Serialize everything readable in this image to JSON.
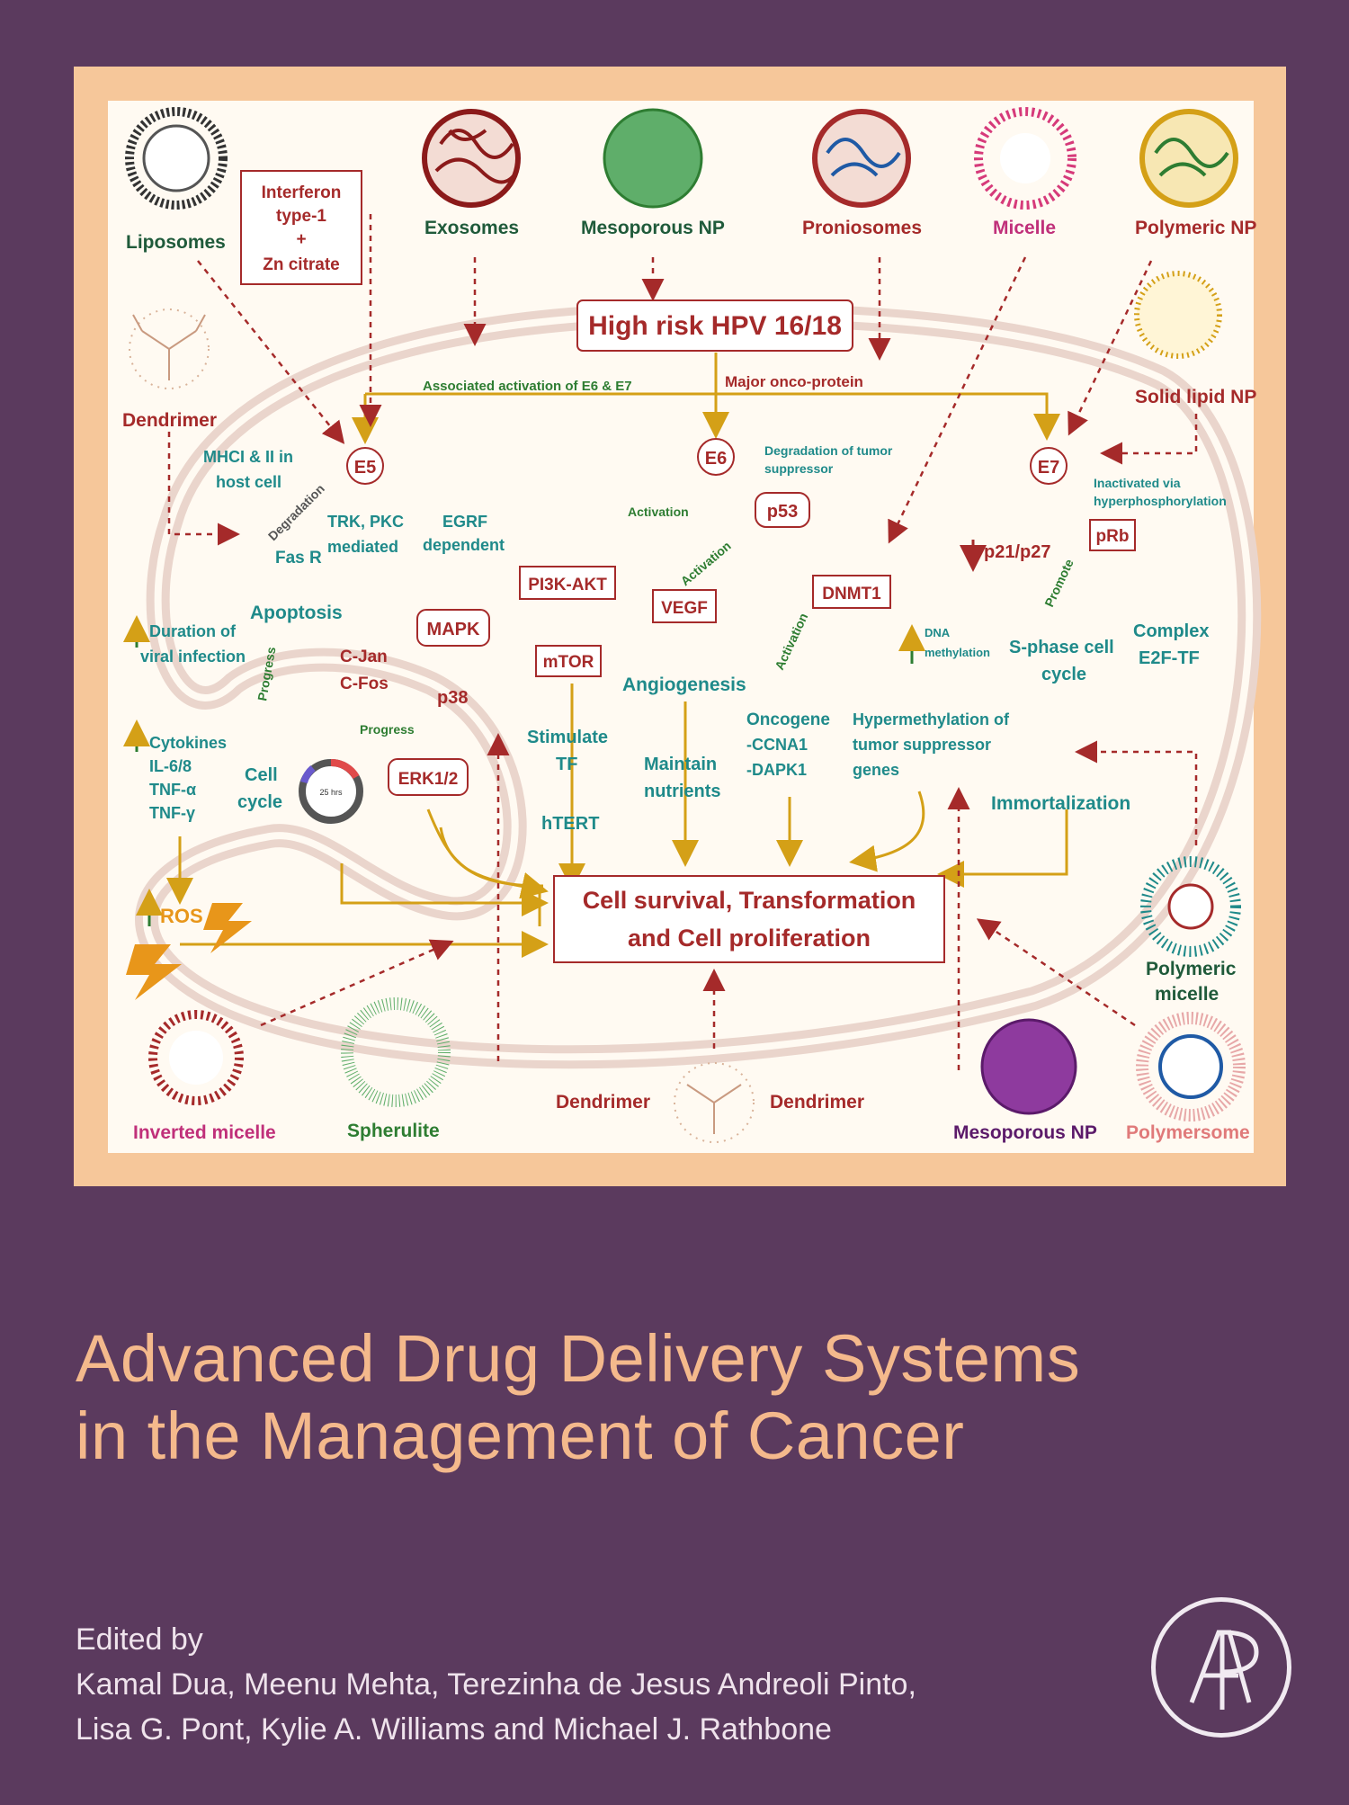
{
  "cover": {
    "title_line1": "Advanced Drug Delivery Systems",
    "title_line2": "in the Management of Cancer",
    "edited_by": "Edited by",
    "editors_line1": "Kamal Dua, Meenu Mehta, Terezinha de Jesus Andreoli Pinto,",
    "editors_line2": "Lisa G. Pont, Kylie A. Williams and Michael J. Rathbone",
    "publisher_logo": "AP",
    "colors": {
      "background": "#5b3a5e",
      "frame": "#f6c79a",
      "title": "#f4b98c",
      "dark_red": "#a52a2a",
      "teal": "#1f8a8a",
      "gold": "#d4a017",
      "green": "#2e7d32"
    }
  },
  "diagram": {
    "nanocarriers": {
      "liposomes": "Liposomes",
      "exosomes": "Exosomes",
      "mesoporous_top": "Mesoporous NP",
      "proniosomes": "Proniosomes",
      "micelle": "Micelle",
      "polymeric_np": "Polymeric NP",
      "solid_lipid": "Solid lipid NP",
      "dendrimer_left": "Dendrimer",
      "polymeric_micelle_1": "Polymeric",
      "polymeric_micelle_2": "micelle",
      "inverted_micelle": "Inverted micelle",
      "spherulite": "Spherulite",
      "dendrimer_bottom_left": "Dendrimer",
      "dendrimer_bottom_right": "Dendrimer",
      "mesoporous_bottom": "Mesoporous NP",
      "polymersome": "Polymersome"
    },
    "interferon_1": "Interferon",
    "interferon_2": "type-1",
    "interferon_3": "+",
    "interferon_4": "Zn citrate",
    "hpv": "High risk HPV 16/18",
    "assoc_activation": "Associated activation of E6 & E7",
    "major_onco": "Major onco-protein",
    "e5": "E5",
    "e6": "E6",
    "e7": "E7",
    "mhc_1": "MHCI & II in",
    "mhc_2": "host cell",
    "degradation": "Degradation",
    "fasr": "Fas R",
    "trk_1": "TRK, PKC",
    "trk_2": "mediated",
    "egrf_1": "EGRF",
    "egrf_2": "dependent",
    "apoptosis": "Apoptosis",
    "duration_1": "Duration of",
    "duration_2": "viral infection",
    "cytokines": "Cytokines",
    "il": "IL-6/8",
    "tnfa": "TNF-α",
    "tnfg": "TNF-γ",
    "ros": "ROS",
    "progress_1": "Progress",
    "progress_2": "Progress",
    "cell_1": "Cell",
    "cell_2": "cycle",
    "hrs": "25 hrs",
    "cjan": "C-Jan",
    "cfos": "C-Fos",
    "mapk": "MAPK",
    "p38": "p38",
    "erk": "ERK1/2",
    "degr_tumor_1": "Degradation of tumor",
    "degr_tumor_2": "suppressor",
    "activation_1": "Activation",
    "activation_2": "Activation",
    "activation_3": "Activation",
    "p53": "p53",
    "pi3k": "PI3K-AKT",
    "mtor": "mTOR",
    "stim_1": "Stimulate",
    "stim_2": "TF",
    "htert": "hTERT",
    "vegf": "VEGF",
    "angio": "Angiogenesis",
    "maintain_1": "Maintain",
    "maintain_2": "nutrients",
    "dnmt1": "DNMT1",
    "onco_1": "Oncogene",
    "onco_2": "-CCNA1",
    "onco_3": "-DAPK1",
    "hyper_1": "Hypermethylation of",
    "hyper_2": "tumor suppressor",
    "hyper_3": "genes",
    "dna_1": "DNA",
    "dna_2": "methylation",
    "p21": "p21/p27",
    "inact_1": "Inactivated via",
    "inact_2": "hyperphosphorylation",
    "prb": "pRb",
    "promote": "Promote",
    "sphase_1": "S-phase cell",
    "sphase_2": "cycle",
    "complex_1": "Complex",
    "complex_2": "E2F-TF",
    "immortal": "Immortalization",
    "survival_1": "Cell survival, Transformation",
    "survival_2": "and Cell proliferation"
  }
}
